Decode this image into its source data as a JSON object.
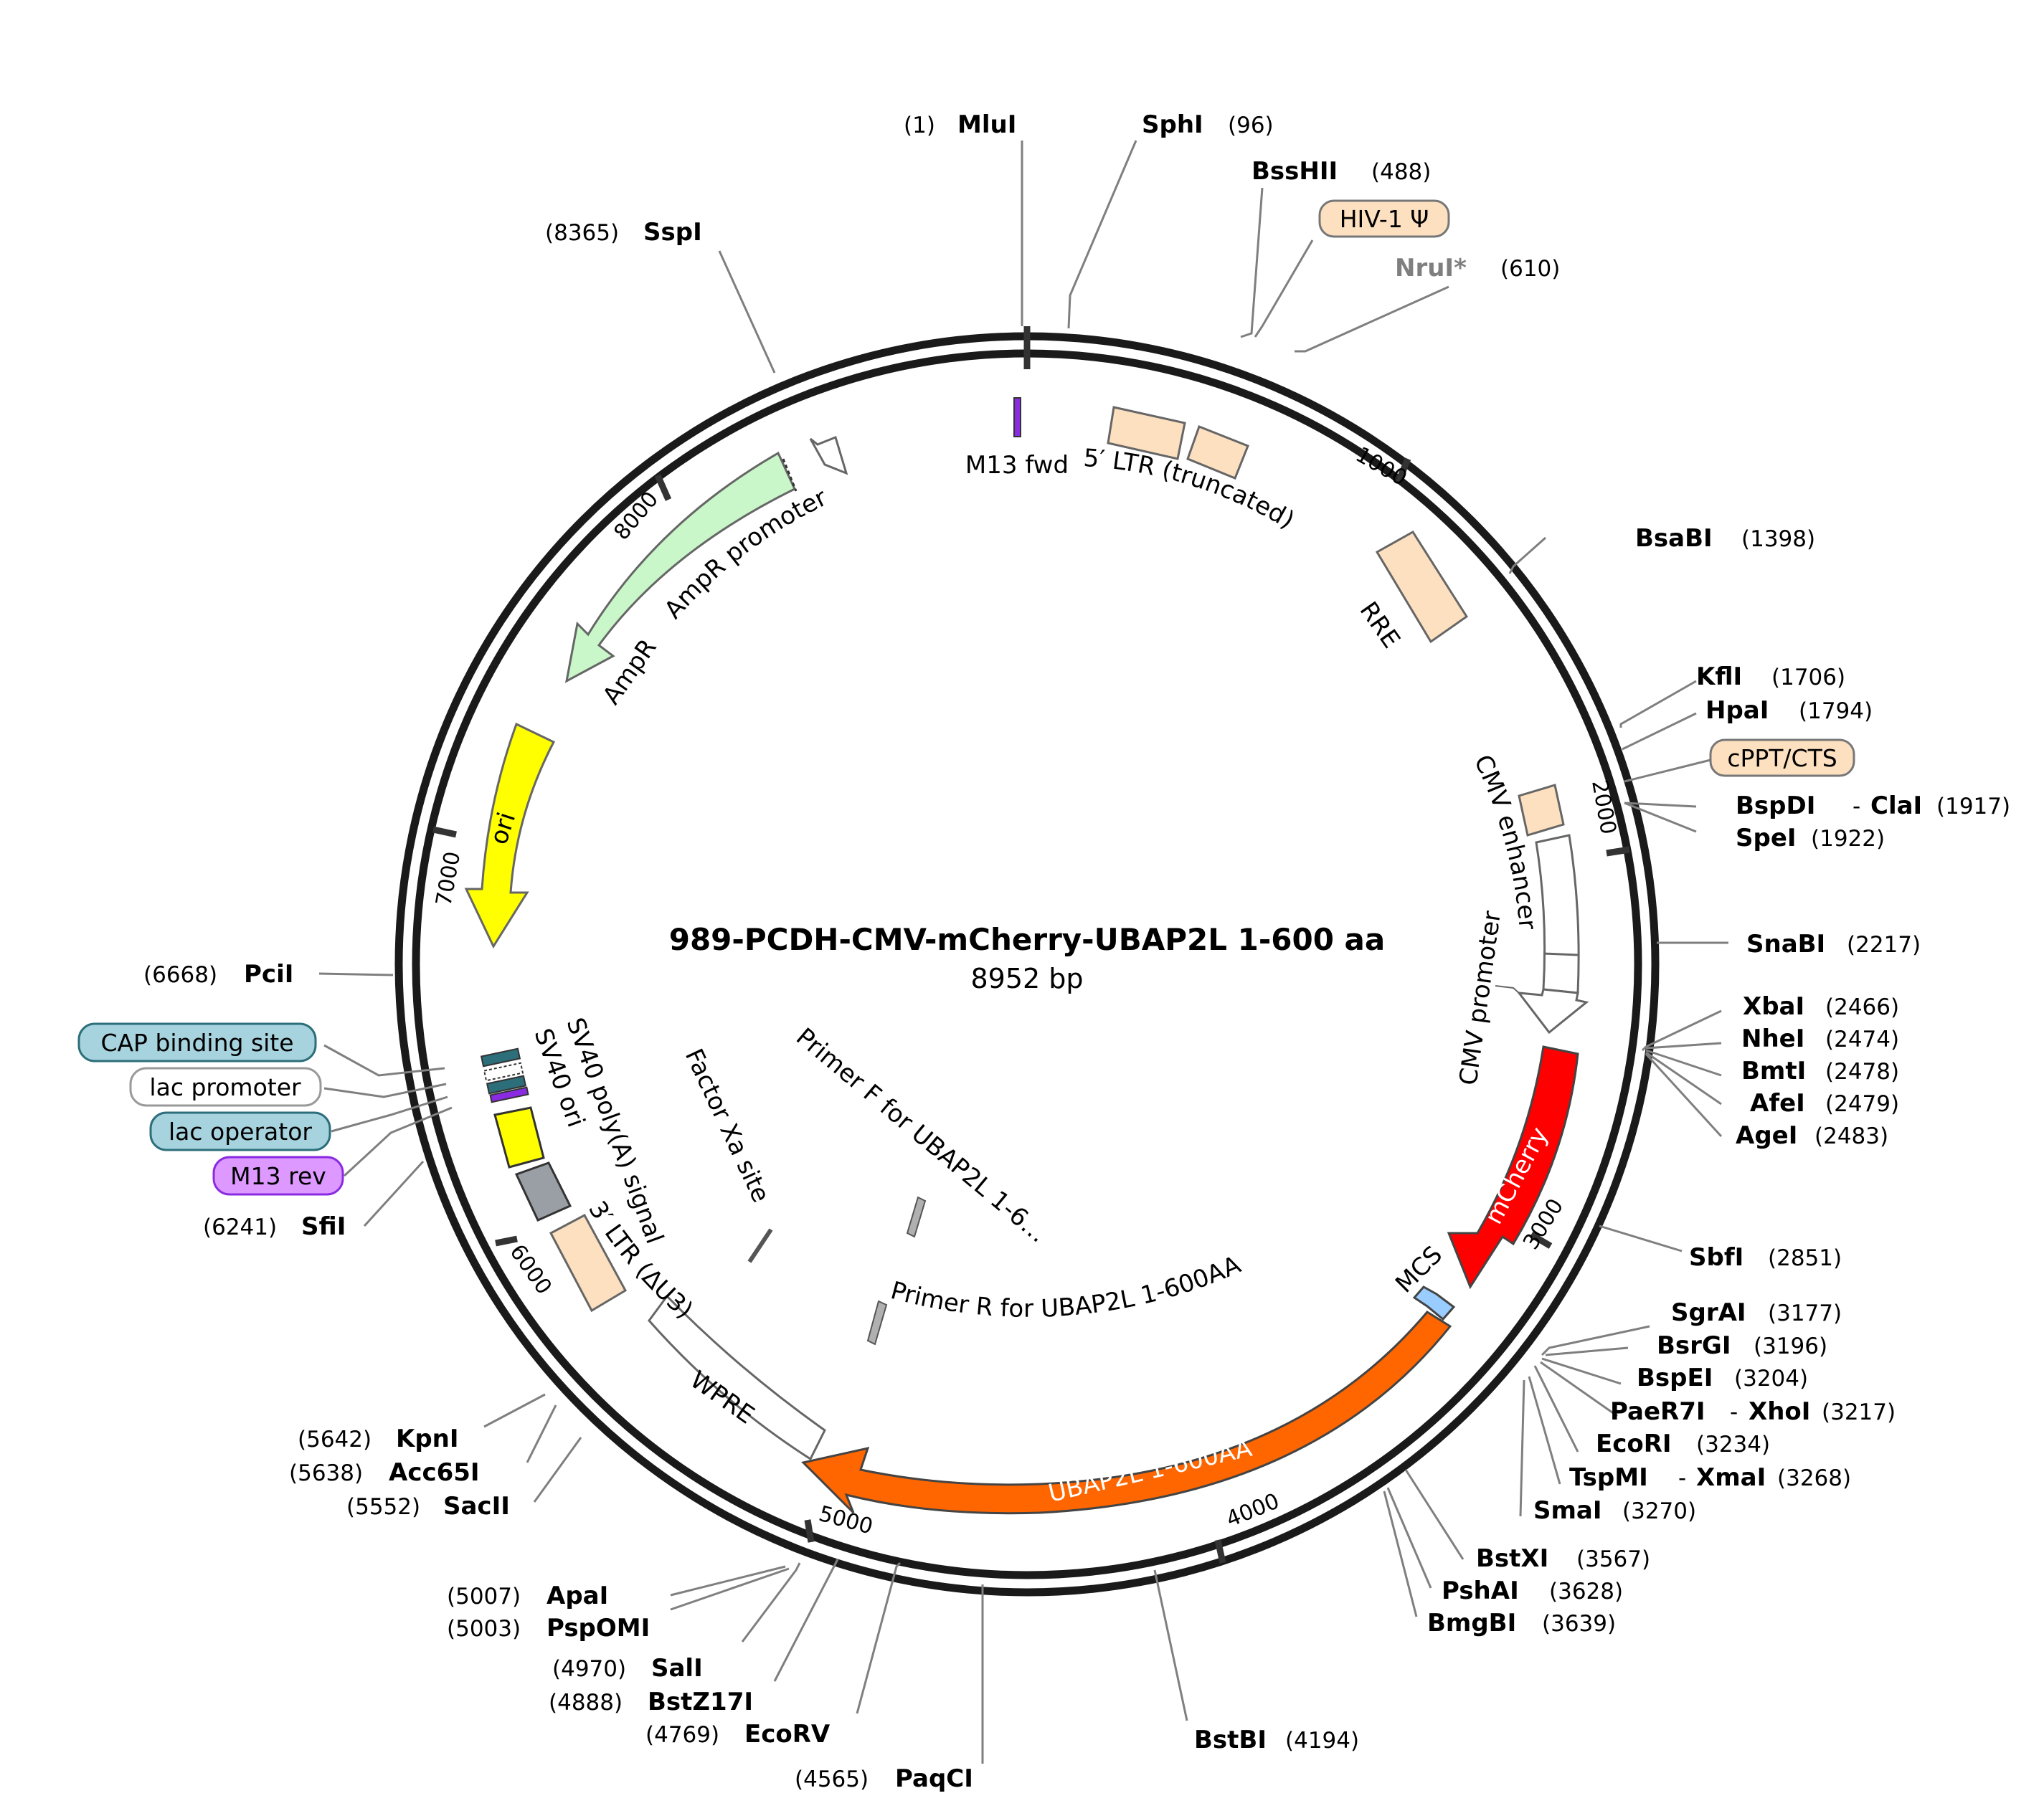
{
  "plasmid": {
    "name": "989-PCDH-CMV-mCherry-UBAP2L 1-600 aa",
    "length_label": "8952 bp"
  },
  "ticks": [
    "1000",
    "2000",
    "3000",
    "4000",
    "5000",
    "6000",
    "7000",
    "8000"
  ],
  "sites": [
    {
      "name": "MluI",
      "pos": "(1)"
    },
    {
      "name": "SphI",
      "pos": "(96)"
    },
    {
      "name": "BssHII",
      "pos": "(488)"
    },
    {
      "name": "NruI*",
      "pos": "(610)"
    },
    {
      "name": "BsaBI",
      "pos": "(1398)"
    },
    {
      "name": "KflI",
      "pos": "(1706)"
    },
    {
      "name": "HpaI",
      "pos": "(1794)"
    },
    {
      "name": "BspDI",
      "name2": "ClaI",
      "pos": "(1917)"
    },
    {
      "name": "SpeI",
      "pos": "(1922)"
    },
    {
      "name": "SnaBI",
      "pos": "(2217)"
    },
    {
      "name": "XbaI",
      "pos": "(2466)"
    },
    {
      "name": "NheI",
      "pos": "(2474)"
    },
    {
      "name": "BmtI",
      "pos": "(2478)"
    },
    {
      "name": "AfeI",
      "pos": "(2479)"
    },
    {
      "name": "AgeI",
      "pos": "(2483)"
    },
    {
      "name": "SbfI",
      "pos": "(2851)"
    },
    {
      "name": "SgrAI",
      "pos": "(3177)"
    },
    {
      "name": "BsrGI",
      "pos": "(3196)"
    },
    {
      "name": "BspEI",
      "pos": "(3204)"
    },
    {
      "name": "PaeR7I",
      "name2": "XhoI",
      "pos": "(3217)"
    },
    {
      "name": "EcoRI",
      "pos": "(3234)"
    },
    {
      "name": "TspMI",
      "name2": "XmaI",
      "pos": "(3268)"
    },
    {
      "name": "SmaI",
      "pos": "(3270)"
    },
    {
      "name": "BstXI",
      "pos": "(3567)"
    },
    {
      "name": "PshAI",
      "pos": "(3628)"
    },
    {
      "name": "BmgBI",
      "pos": "(3639)"
    },
    {
      "name": "BstBI",
      "pos": "(4194)"
    },
    {
      "name": "PaqCI",
      "pos": "(4565)"
    },
    {
      "name": "EcoRV",
      "pos": "(4769)"
    },
    {
      "name": "BstZ17I",
      "pos": "(4888)"
    },
    {
      "name": "SalI",
      "pos": "(4970)"
    },
    {
      "name": "PspOMI",
      "pos": "(5003)"
    },
    {
      "name": "ApaI",
      "pos": "(5007)"
    },
    {
      "name": "SacII",
      "pos": "(5552)"
    },
    {
      "name": "Acc65I",
      "pos": "(5638)"
    },
    {
      "name": "KpnI",
      "pos": "(5642)"
    },
    {
      "name": "SfiI",
      "pos": "(6241)"
    },
    {
      "name": "PciI",
      "pos": "(6668)"
    },
    {
      "name": "SspI",
      "pos": "(8365)"
    }
  ],
  "site_separator": "-",
  "pills": {
    "hiv": "HIV-1 Ψ",
    "cppt": "cPPT/CTS",
    "cap": "CAP binding site",
    "lacpro": "lac promoter",
    "lacop": "lac operator",
    "m13rev": "M13 rev"
  },
  "features": {
    "m13fwd": "M13 fwd",
    "ltr5": "5′ LTR (truncated)",
    "rre": "RRE",
    "cmvenh": "CMV enhancer",
    "cmvpro": "CMV promoter",
    "mcherry": "mCherry",
    "mcs": "MCS",
    "ubap2l": "UBAP2L 1-600AA",
    "wpre": "WPRE",
    "ltr3": "3′ LTR (ΔU3)",
    "sv40pa": "SV40 poly(A) signal",
    "sv40ori": "SV40 ori",
    "ori": "ori",
    "ampr": "AmpR",
    "amprpro": "AmpR promoter",
    "factorxa": "Factor Xa site",
    "primerf": "Primer F for UBAP2L 1-6…",
    "primerr": "Primer R for UBAP2L 1-600AA"
  },
  "colors": {
    "backbone": "#1a1a1a",
    "misc_feature": "#fde0c0",
    "ampr": "#c9f7c9",
    "ori": "#ffff00",
    "mcherry": "#ff0000",
    "ubap2l": "#ff6600",
    "mcs": "#99ccff",
    "primer": "#b0b0b0",
    "sv40pa": "#999fa5",
    "cap_pill": "#a6d3de",
    "m13_pill": "#dd99ff",
    "m13": "#8a2be2"
  }
}
